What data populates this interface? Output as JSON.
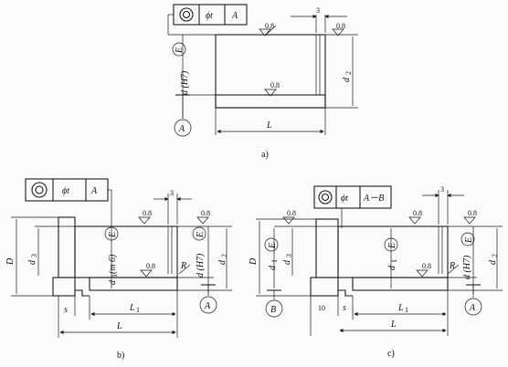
{
  "diagram_a": {
    "tolerance_frame": {
      "symbol": "concentricity-icon",
      "tol": "ϕt",
      "datum": "A"
    },
    "roughness": [
      "0.8",
      "0.8",
      "0.8"
    ],
    "dim_3": "3",
    "bore_label": "d (H7)",
    "envelope": "E",
    "diameter": "d",
    "diameter_sub": "2",
    "length": "L",
    "datum": "A",
    "caption": "a)"
  },
  "diagram_b": {
    "tolerance_frame": {
      "symbol": "concentricity-icon",
      "tol": "ϕt",
      "datum": "A"
    },
    "roughness": [
      "0.8",
      "0.8",
      "0.8"
    ],
    "dim_3": "3",
    "D": "D",
    "d3": "d",
    "d3_sub": "3",
    "d1_label": "d",
    "d1_sub": "1",
    "d1_fit": "(m 6)",
    "bore_label": "d (H7)",
    "envelope": "E",
    "R": "R",
    "d2": "d",
    "d2_sub": "2",
    "s": "s",
    "L1": "L",
    "L1_sub": "1",
    "L": "L",
    "datum": "A",
    "caption": "b)"
  },
  "diagram_c": {
    "tolerance_frame": {
      "symbol": "concentricity-icon",
      "tol": "ϕt",
      "datum": "A－B"
    },
    "roughness": [
      "0.8",
      "0.8",
      "0.8",
      "0.8"
    ],
    "dim_3": "3",
    "D": "D",
    "d1_left": "d",
    "d1_left_sub": "1",
    "d3": "d",
    "d3_sub": "3",
    "d1_mid": "d",
    "d1_mid_sub": "1",
    "bore_label": "d (H7)",
    "envelope": "E",
    "R": "R",
    "d2": "d",
    "d2_sub": "2",
    "dim_10": "10",
    "s": "s",
    "L1": "L",
    "L1_sub": "1",
    "L": "L",
    "datum_b": "B",
    "datum_a": "A",
    "caption": "c)"
  }
}
